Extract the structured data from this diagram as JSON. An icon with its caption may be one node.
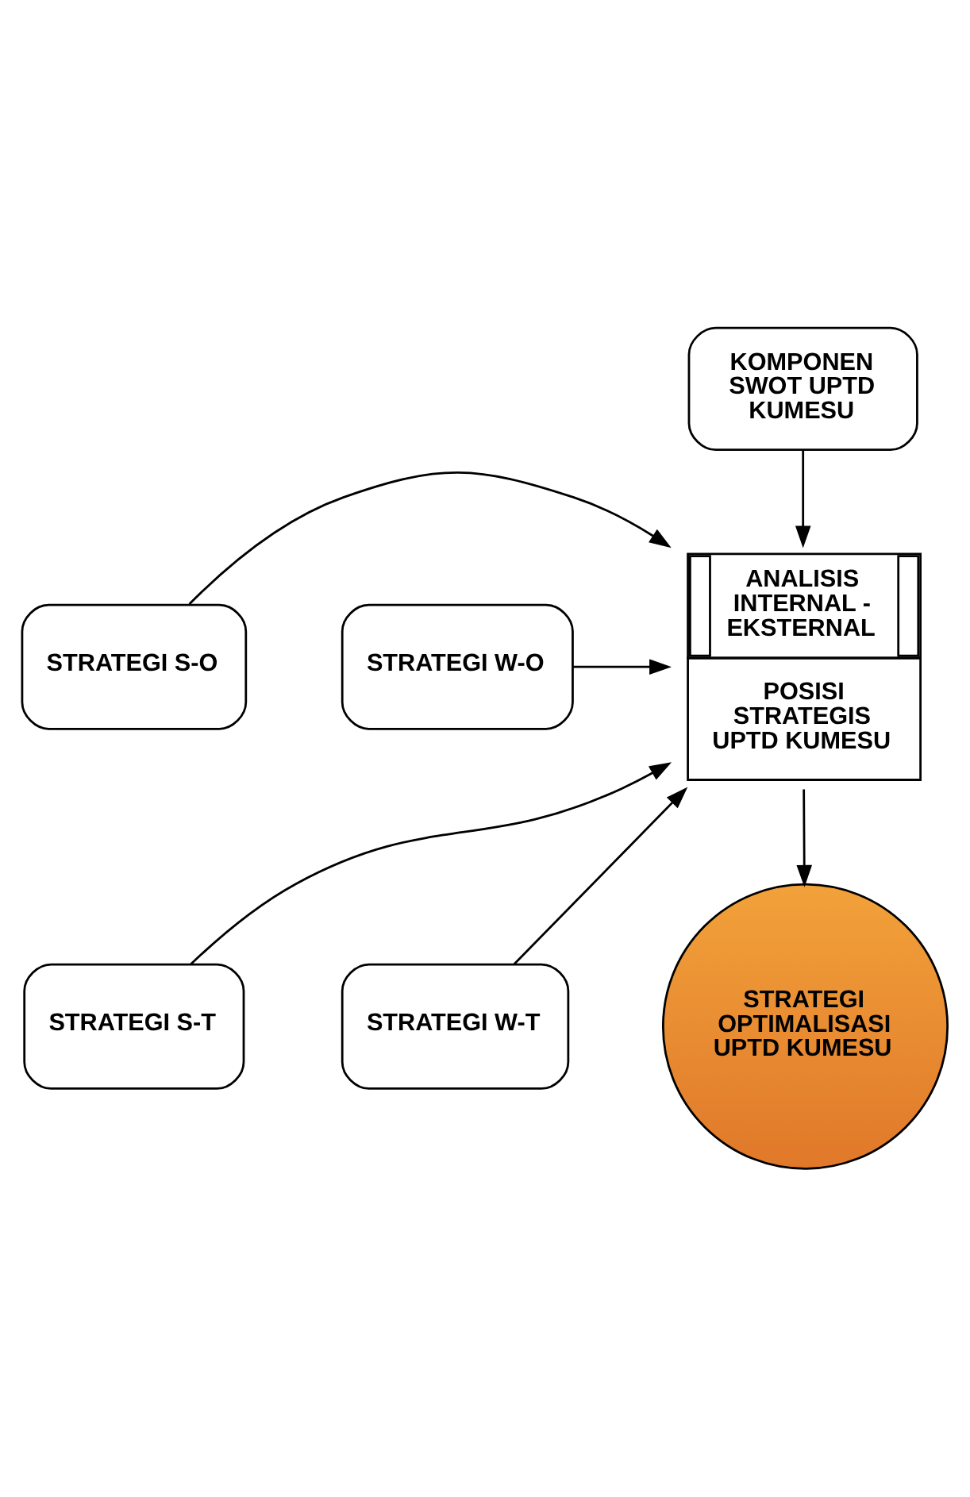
{
  "diagram": {
    "nodes": [
      {
        "text": [
          "KOMPONEN SWOT UPTD KUMESU"
        ]
      },
      {
        "text": [
          "STRATEGI S-O"
        ]
      },
      {
        "text": [
          "STRATEGI W-O"
        ]
      },
      {
        "text": [
          "ANALISIS INTERNAL - EKSTERNAL",
          "POSISI STRATEGIS UPTD KUMESU"
        ]
      },
      {
        "text": [
          "STRATEGI S-T"
        ]
      },
      {
        "text": [
          "STRATEGI W-T"
        ]
      },
      {
        "text": [
          "STRATEGI OPTIMALISASI UPTD KUMESU"
        ]
      }
    ],
    "edges": [
      {
        "from": 0,
        "to": 3,
        "arrow": "to"
      },
      {
        "from": 1,
        "to": 3,
        "arrow": "to"
      },
      {
        "from": 4,
        "to": 3,
        "arrow": "to"
      },
      {
        "from": 2,
        "to": 3,
        "arrow": "to"
      },
      {
        "from": 5,
        "to": 3,
        "arrow": "to"
      },
      {
        "from": 3,
        "to": 6,
        "arrow": "to"
      }
    ]
  }
}
